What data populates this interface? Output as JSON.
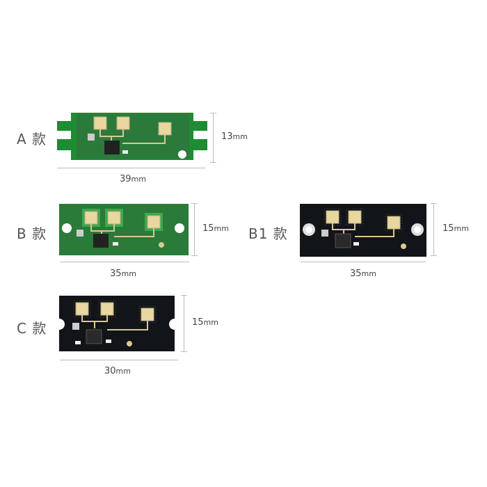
{
  "variants": [
    {
      "label": "A 款",
      "width_value": "39",
      "height_value": "13",
      "unit": "mm",
      "color": "#2e8b3a"
    },
    {
      "label": "B 款",
      "width_value": "35",
      "height_value": "15",
      "unit": "mm",
      "color": "#2e8b3a"
    },
    {
      "label": "B1 款",
      "width_value": "35",
      "height_value": "15",
      "unit": "mm",
      "color": "#111418"
    },
    {
      "label": "C 款",
      "width_value": "30",
      "height_value": "15",
      "unit": "mm",
      "color": "#111418"
    }
  ]
}
